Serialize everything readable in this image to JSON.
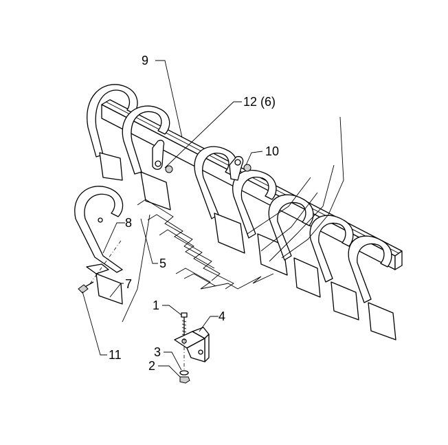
{
  "diagram": {
    "callouts": {
      "c1": "1",
      "c2": "2",
      "c3": "3",
      "c4": "4",
      "c5": "5",
      "c7": "7",
      "c8": "8",
      "c9": "9",
      "c10": "10",
      "c11": "11",
      "c12": "12 (6)"
    }
  }
}
